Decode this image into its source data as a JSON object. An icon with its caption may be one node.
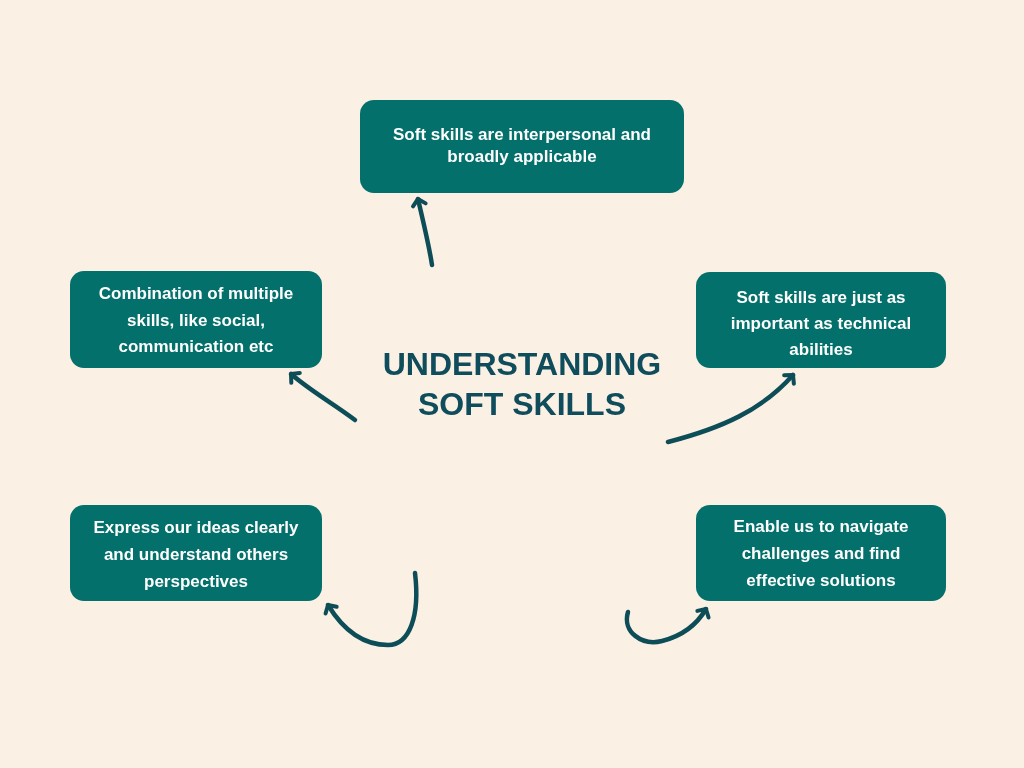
{
  "diagram": {
    "title": "UNDERSTANDING SOFT SKILLS",
    "nodes": [
      {
        "text": [
          "Soft skills are interpersonal and broadly applicable"
        ]
      },
      {
        "text": [
          "Combination of multiple skills, like social, communication etc"
        ]
      },
      {
        "text": [
          "Soft skills are just as important as technical abilities"
        ]
      },
      {
        "text": [
          "Express our ideas clearly and understand others perspectives"
        ]
      },
      {
        "text": [
          "Enable us to navigate challenges and find effective solutions"
        ]
      }
    ],
    "edges": [
      {
        "from": null,
        "to": 0,
        "arrow": "to"
      },
      {
        "from": null,
        "to": 1,
        "arrow": "to"
      },
      {
        "from": null,
        "to": 2,
        "arrow": "to"
      },
      {
        "from": null,
        "to": 3,
        "arrow": "to"
      },
      {
        "from": null,
        "to": 4,
        "arrow": "to"
      }
    ]
  }
}
